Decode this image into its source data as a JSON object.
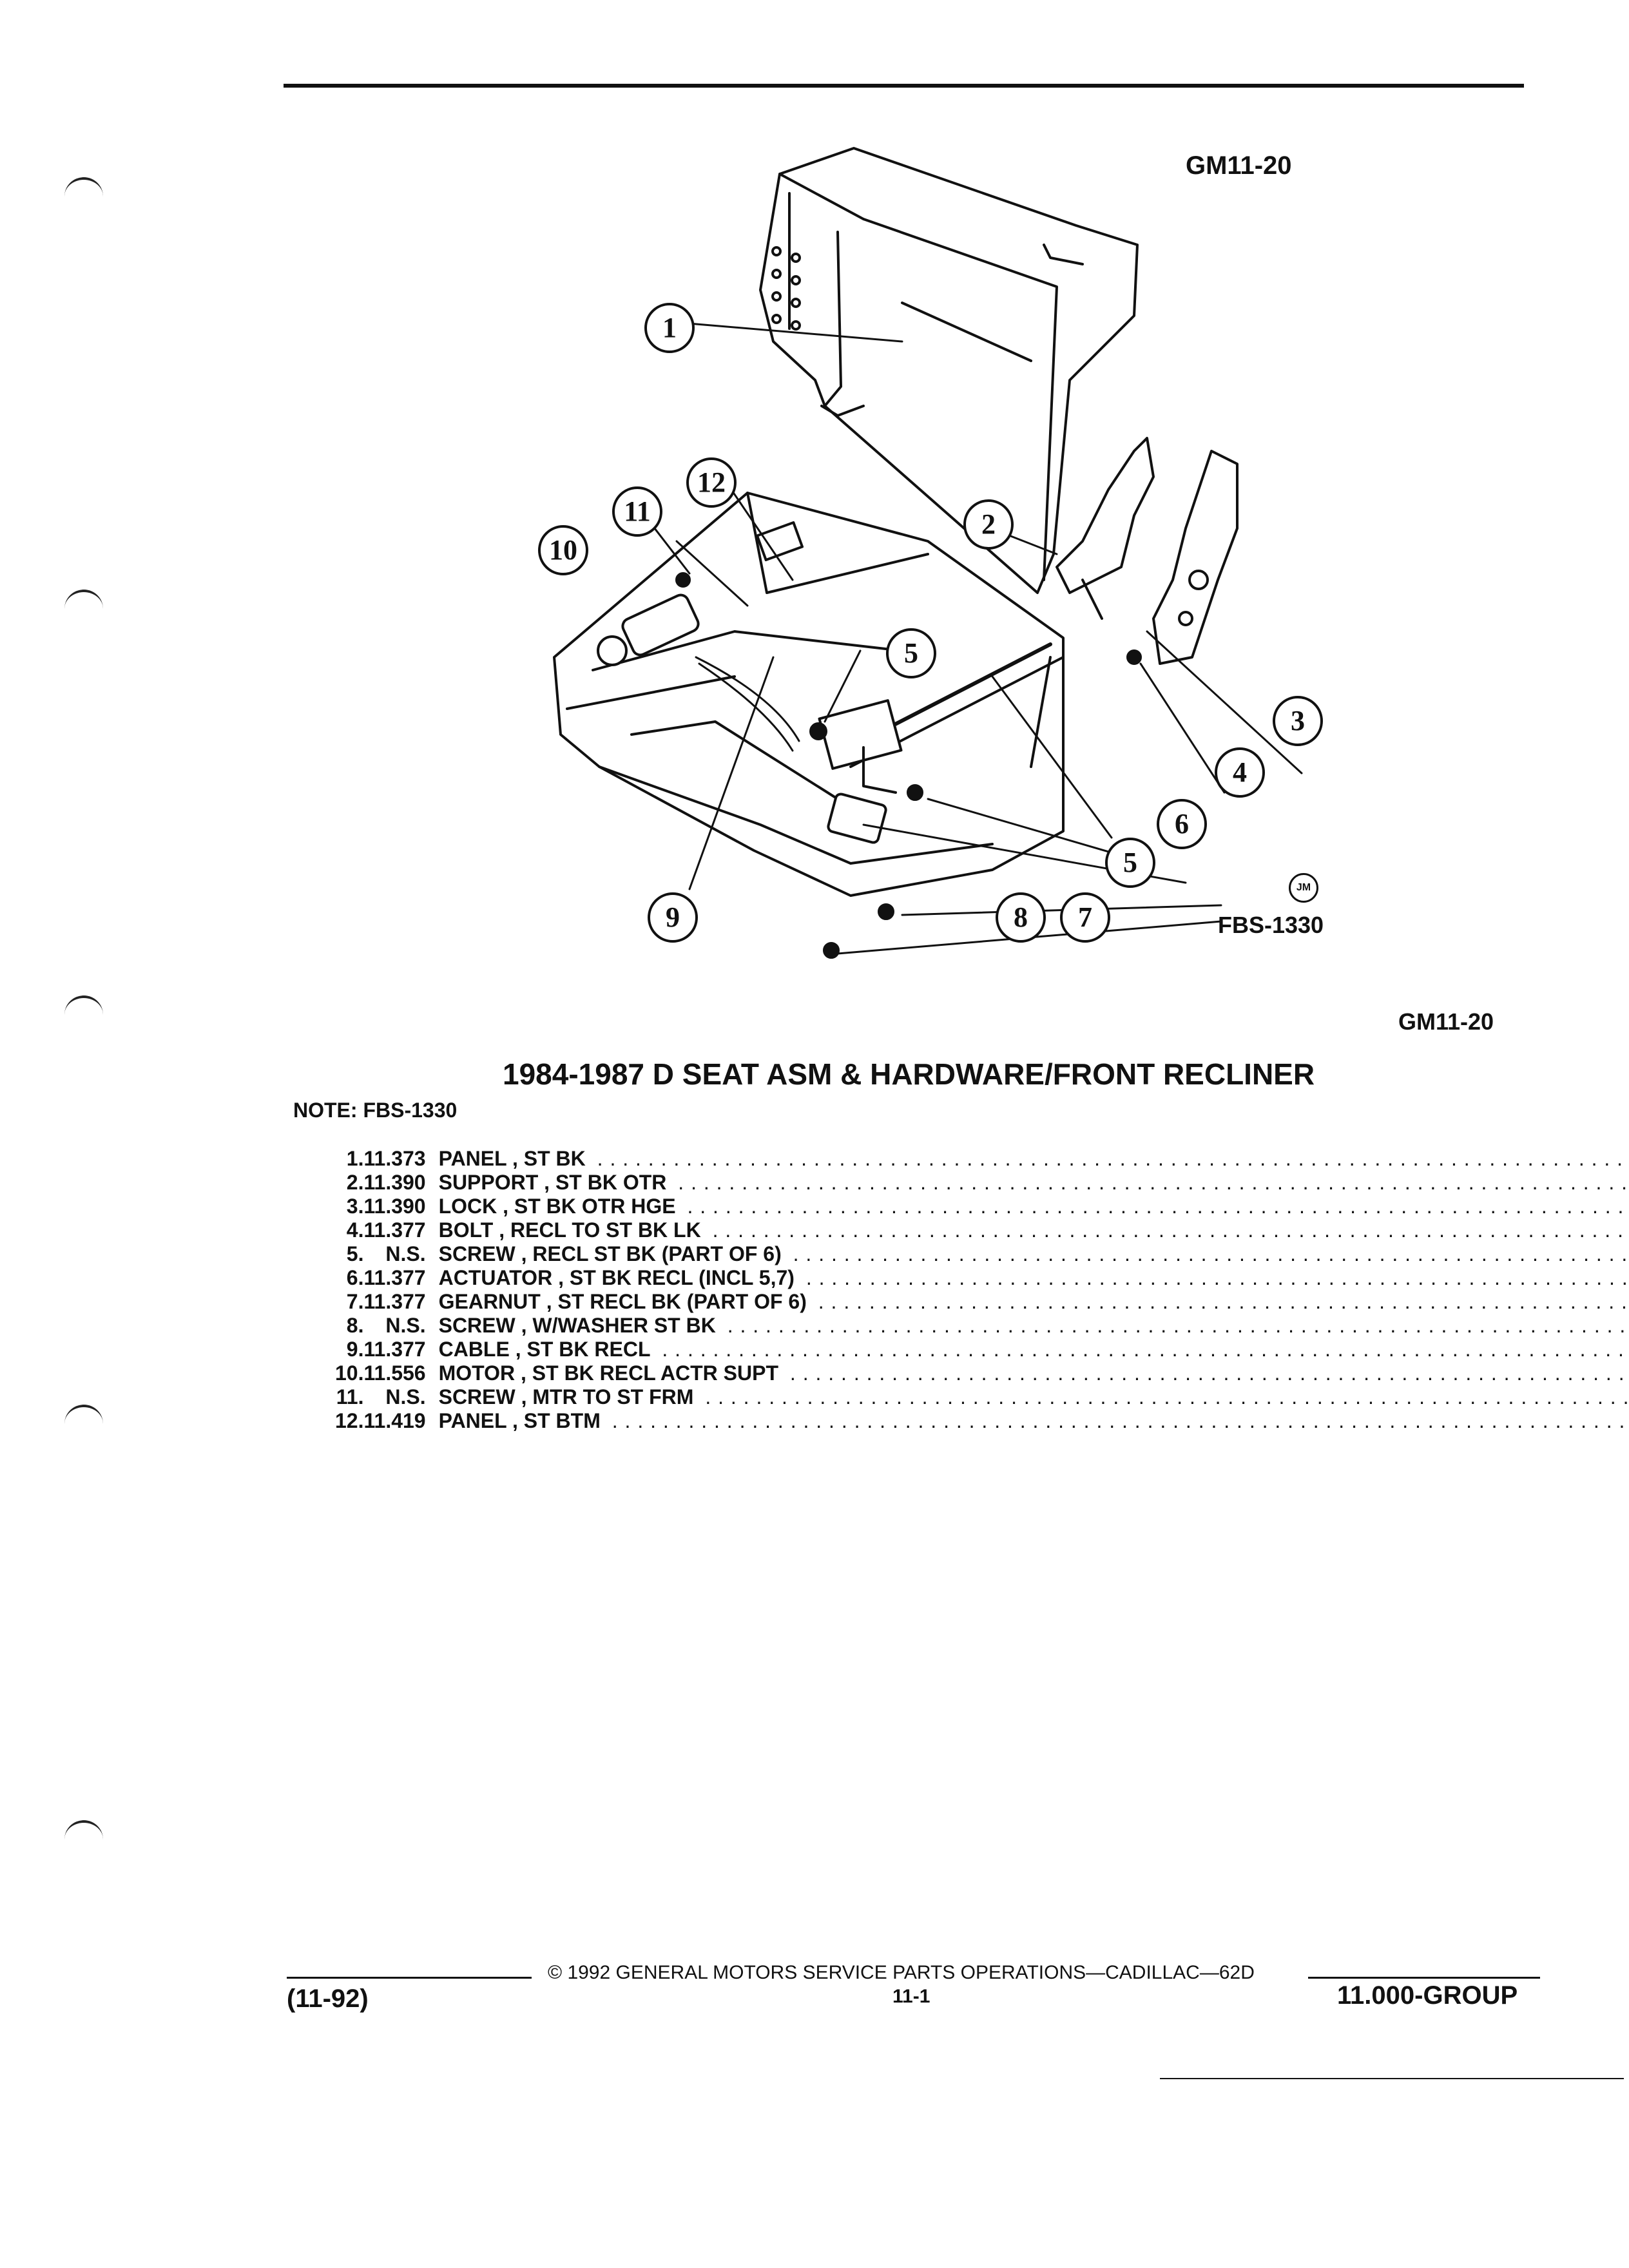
{
  "header": {
    "figure_code_top": "GM11-20",
    "figure_code_right": "GM11-20",
    "illustration_code": "FBS-1330",
    "artist_mark": "JM"
  },
  "callouts": {
    "c1": "1",
    "c2": "2",
    "c3": "3",
    "c4": "4",
    "c5a": "5",
    "c5b": "5",
    "c6": "6",
    "c7": "7",
    "c8": "8",
    "c9": "9",
    "c10": "10",
    "c11": "11",
    "c12": "12"
  },
  "title": "1984-1987 D SEAT ASM & HARDWARE/FRONT RECLINER",
  "note": "NOTE: FBS-1330",
  "parts": [
    {
      "num": "1.",
      "code": "11.373",
      "desc": "PANEL , ST BK"
    },
    {
      "num": "2.",
      "code": "11.390",
      "desc": "SUPPORT , ST BK OTR"
    },
    {
      "num": "3.",
      "code": "11.390",
      "desc": "LOCK , ST BK OTR HGE"
    },
    {
      "num": "4.",
      "code": "11.377",
      "desc": "BOLT , RECL TO ST BK LK"
    },
    {
      "num": "5.",
      "code": "N.S.",
      "desc": "SCREW , RECL ST BK (PART OF 6)"
    },
    {
      "num": "6.",
      "code": "11.377",
      "desc": "ACTUATOR , ST BK RECL (INCL 5,7)"
    },
    {
      "num": "7.",
      "code": "11.377",
      "desc": "GEARNUT , ST RECL BK (PART OF 6)"
    },
    {
      "num": "8.",
      "code": "N.S.",
      "desc": "SCREW , W/WASHER ST BK"
    },
    {
      "num": "9.",
      "code": "11.377",
      "desc": "CABLE , ST BK RECL"
    },
    {
      "num": "10.",
      "code": "11.556",
      "desc": "MOTOR , ST BK RECL ACTR SUPT"
    },
    {
      "num": "11.",
      "code": "N.S.",
      "desc": "SCREW , MTR TO ST FRM"
    },
    {
      "num": "12.",
      "code": "11.419",
      "desc": "PANEL , ST BTM"
    }
  ],
  "footer": {
    "copyright": "© 1992 GENERAL MOTORS SERVICE PARTS OPERATIONS—CADILLAC—62D",
    "page": "11-1",
    "date": "(11-92)",
    "group": "11.000-GROUP"
  }
}
